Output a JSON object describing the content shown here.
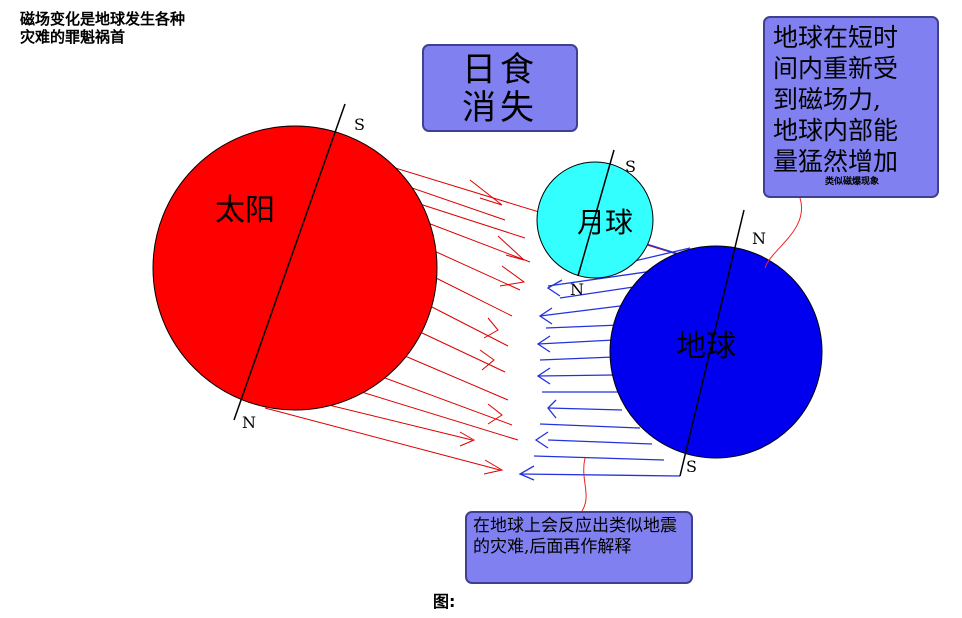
{
  "top_note": "磁场变化是地球发生各种灾难的罪魁祸首",
  "eclipse_box": {
    "line1": "日食",
    "line2": "消失"
  },
  "earth_box": {
    "lines": [
      "地球在短时",
      "间内重新受",
      "到磁场力,",
      "地球内部能",
      "量猛然增加"
    ],
    "small_note": "类似磁爆现象"
  },
  "quake_box": {
    "text": "在地球上会反应出类似地震的灾难,后面再作解释"
  },
  "caption": "图:",
  "bodies": {
    "sun": {
      "label": "太阳",
      "color": "#ff0000",
      "pole_top": "S",
      "pole_bottom": "N"
    },
    "moon": {
      "label": "月球",
      "color": "#33ffff",
      "pole_top": "S",
      "pole_bottom": "N"
    },
    "earth": {
      "label": "地球",
      "color": "#0000ee",
      "pole_top": "N",
      "pole_bottom": "S"
    }
  },
  "colors": {
    "sun_field": "#dd0000",
    "earth_field": "#2233dd",
    "leader_line": "#ee2222"
  }
}
